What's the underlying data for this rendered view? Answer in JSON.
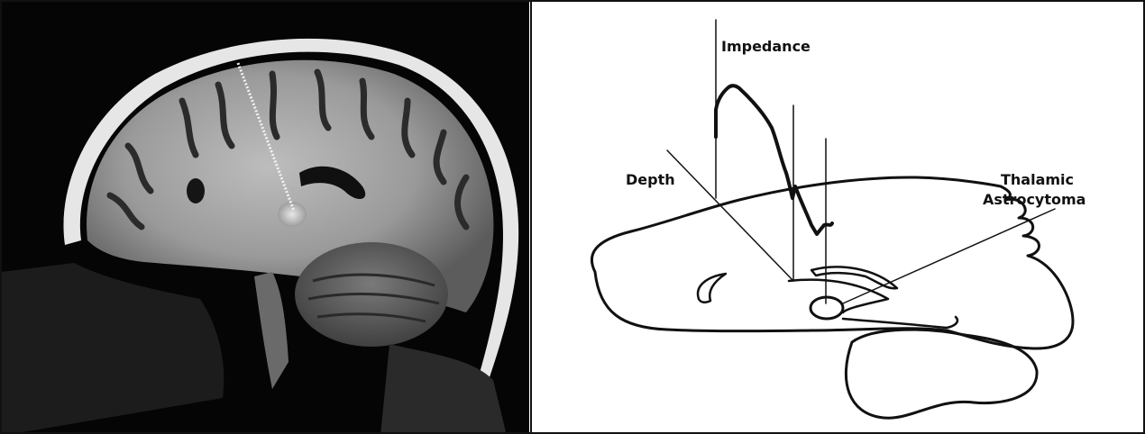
{
  "labels": {
    "impedance": "Impedance",
    "depth": "Depth",
    "thalamic": "Thalamic",
    "astrocytoma": "Astrocytoma"
  },
  "colors": {
    "line": "#111111",
    "mri_background": "#050505",
    "mri_brain": "#9a9a9a",
    "mri_skull": "#e0e0e0"
  }
}
